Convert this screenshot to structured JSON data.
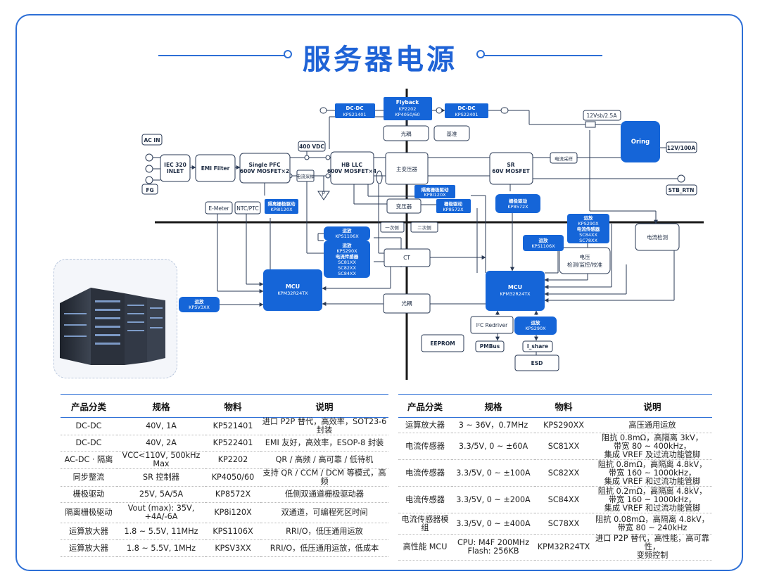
{
  "title": "服务器电源",
  "diagram": {
    "dcdc_left": {
      "name": "DC-DC",
      "part": "KPS21401"
    },
    "flyback": {
      "name": "Flyback",
      "part1": "KP2202",
      "part2": "KP4050/60"
    },
    "dcdc_right": {
      "name": "DC-DC",
      "part": "KPS22401"
    },
    "aux_out": "12Vsb/2.5A",
    "optocoupler_top": "光耦",
    "reference": "基准",
    "ac_in": "AC IN",
    "fg": "FG",
    "bus_400": "400 VDC",
    "iec": {
      "l1": "IEC 320",
      "l2": "INLET"
    },
    "emi": "EMI Filter",
    "pfc": {
      "l1": "Single PFC",
      "l2": "600V MOSFET×2"
    },
    "current_sample_left": "电流采样",
    "hbllc": {
      "l1": "HB LLC",
      "l2": "600V MOSFET×4"
    },
    "main_transformer": "主变压器",
    "sr": {
      "l1": "SR",
      "l2": "60V MOSFET"
    },
    "current_sample_right": "电流采样",
    "oring": "Oring",
    "out_12v": "12V/100A",
    "stb_rtn": "STB_RTN",
    "iso_driver_mid": {
      "name": "隔离栅极驱动",
      "part": "KP8I120X"
    },
    "gate_driver_mid": {
      "name": "栅极驱动",
      "part": "KP8572X"
    },
    "transformer": "变压器",
    "gate_driver_right": {
      "name": "栅极驱动",
      "part": "KP8572X"
    },
    "emeter": "E-Meter",
    "ntc": "NTC/PTC",
    "iso_driver_left": {
      "name": "隔离栅极驱动",
      "part": "KP8I120X"
    },
    "primary_side": "一次侧",
    "secondary_side": "二次侧",
    "opamp_right": {
      "name": "运放",
      "p1": "KPS290X",
      "sensor": "电流传感器",
      "p2": "SC84XX",
      "p3": "SC78XX"
    },
    "current_detect": "电流检测",
    "opamp_kps1106_left": {
      "name": "运放",
      "part": "KPS1106X"
    },
    "opamp_left_sensor": {
      "name": "运放",
      "p1": "KPS290X",
      "sensor": "电流传感器",
      "p2": "SC81XX",
      "p3": "SC82XX",
      "p4": "SC84XX"
    },
    "opamp_kps1106_right": {
      "name": "运放",
      "part": "KPS1106X"
    },
    "voltage_block": {
      "l1": "电压",
      "l2": "检测/监控/校准"
    },
    "ct": "CT",
    "mcu_left": {
      "name": "MCU",
      "part": "KPM32R24TX"
    },
    "mcu_right": {
      "name": "MCU",
      "part": "KPM32R24TX"
    },
    "opamp_kpsv3": {
      "name": "运放",
      "part": "KPSV3XX"
    },
    "optocoupler_bottom": "光耦",
    "i2c_redriver": "I²C Redriver",
    "opamp_bottom": {
      "name": "运放",
      "part": "KPS290X"
    },
    "eeprom": "EEPROM",
    "pmbus": "PMBus",
    "ishare": "I_share",
    "esd": "ESD"
  },
  "table_left": {
    "headers": [
      "产品分类",
      "规格",
      "物料",
      "说明"
    ],
    "rows": [
      [
        "DC-DC",
        "40V, 1A",
        "KP521401",
        "进口 P2P 替代，高效率，SOT23-6 封装"
      ],
      [
        "DC-DC",
        "40V, 2A",
        "KP522401",
        "EMI 友好，高效率，ESOP-8 封装"
      ],
      [
        "AC-DC · 隔离",
        "VCC<110V, 500kHz Max",
        "KP2202",
        "QR / 高频 / 高可靠 / 低待机"
      ],
      [
        "同步整流",
        "SR 控制器",
        "KP4050/60",
        "支持 QR / CCM / DCM 等模式，高频"
      ],
      [
        "栅极驱动",
        "25V, 5A/5A",
        "KP8572X",
        "低侧双通道栅极驱动器"
      ],
      [
        "隔离栅极驱动",
        "Vout (max): 35V,\n+4A/-6A",
        "KP8i120X",
        "双通道，可编程死区时间"
      ],
      [
        "运算放大器",
        "1.8 ~ 5.5V, 11MHz",
        "KPS1106X",
        "RRI/O，低压通用运放"
      ],
      [
        "运算放大器",
        "1.8 ~ 5.5V, 1MHz",
        "KPSV3XX",
        "RRI/O，低压通用运放，低成本"
      ]
    ]
  },
  "table_right": {
    "headers": [
      "产品分类",
      "规格",
      "物料",
      "说明"
    ],
    "rows": [
      [
        "运算放大器",
        "3 ~ 36V，0.7MHz",
        "KPS290XX",
        "高压通用运放"
      ],
      [
        "电流传感器",
        "3.3/5V, 0 ~ ±60A",
        "SC81XX",
        "阻抗 0.8mΩ，高隔离 3kV，\n带宽 80 ~ 400kHz，\n集成 VREF 及过流功能管脚"
      ],
      [
        "电流传感器",
        "3.3/5V, 0 ~ ±100A",
        "SC82XX",
        "阻抗 0.8mΩ，高隔离 4.8kV，\n带宽 160 ~ 1000kHz，\n集成 VREF 和过流功能管脚"
      ],
      [
        "电流传感器",
        "3.3/5V, 0 ~ ±200A",
        "SC84XX",
        "阻抗 0.2mΩ，高隔离 4.8kV，\n带宽 160 ~ 1000kHz，\n集成 VREF 和过流功能管脚"
      ],
      [
        "电流传感器模组",
        "3.3/5V, 0 ~ ±400A",
        "SC78XX",
        "阻抗 0.08mΩ，高隔离 4.8kV，\n带宽 80 ~ 240kHz"
      ],
      [
        "高性能 MCU",
        "CPU: M4F 200MHz\nFlash: 256KB",
        "KPM32R24TX",
        "进口 P2P 替代，高性能，高可靠性，\n变频控制"
      ]
    ]
  },
  "colors": {
    "accent": "#1f63d6",
    "chip": "#1565d8",
    "line": "#2a3a55"
  }
}
